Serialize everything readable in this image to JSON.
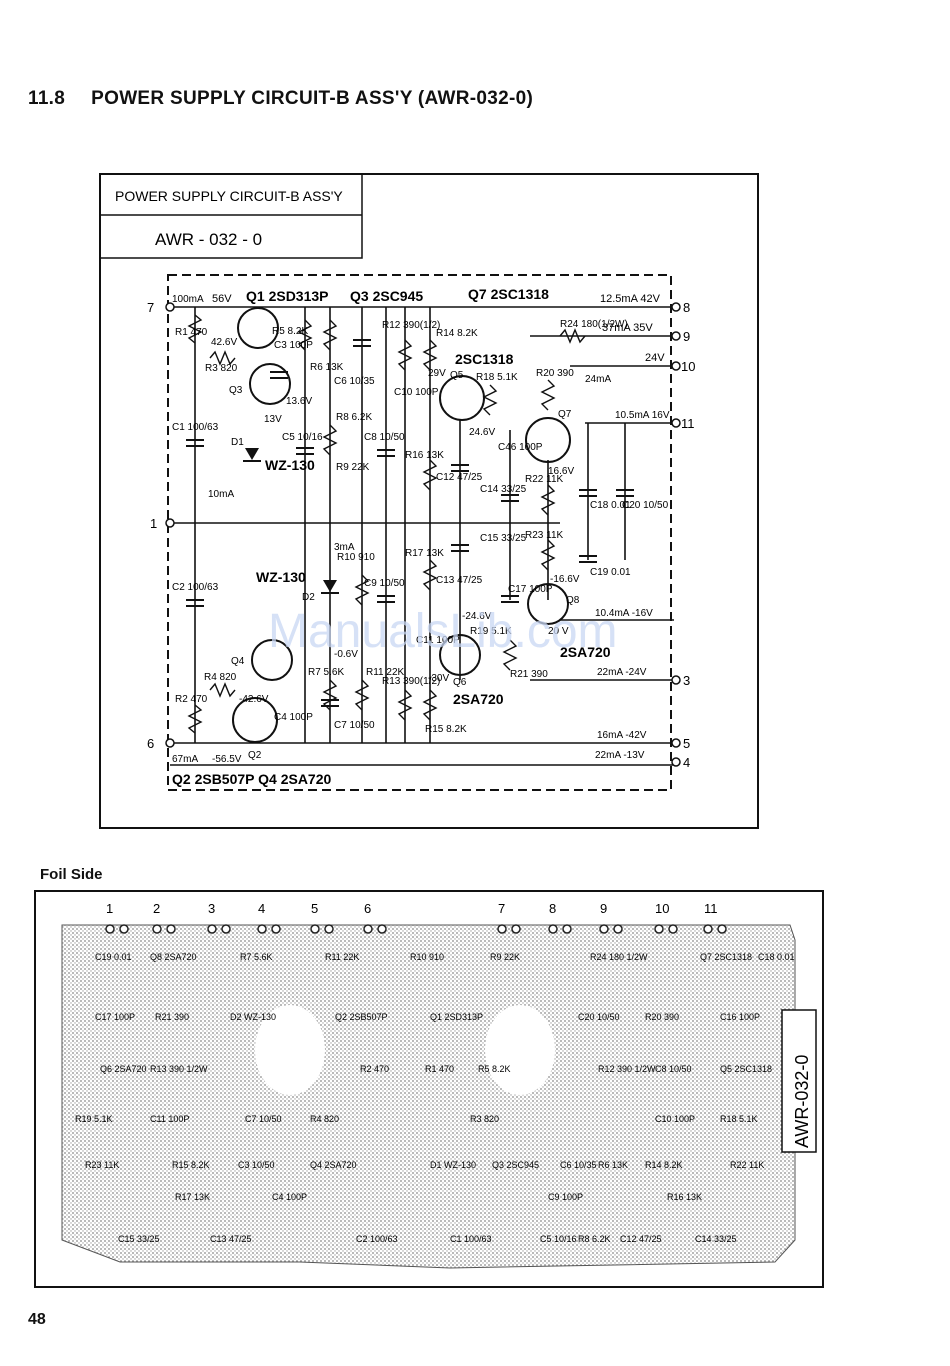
{
  "section": {
    "number": "11.8",
    "title": "POWER SUPPLY CIRCUIT-B ASS'Y  (AWR-032-0)"
  },
  "title_block": {
    "name": "POWER  SUPPLY CIRCUIT-B ASS'Y",
    "part": "AWR - 032 - 0"
  },
  "terminals": {
    "left": [
      {
        "id": "7",
        "label": "7"
      },
      {
        "id": "1",
        "label": "1"
      },
      {
        "id": "6",
        "label": "6"
      }
    ],
    "right": [
      {
        "id": "8",
        "label": "8"
      },
      {
        "id": "9",
        "label": "9"
      },
      {
        "id": "10",
        "label": "10"
      },
      {
        "id": "11",
        "label": "11"
      },
      {
        "id": "3",
        "label": "3"
      },
      {
        "id": "5",
        "label": "5"
      },
      {
        "id": "4",
        "label": "4"
      }
    ]
  },
  "rails": {
    "t7": "100mA",
    "v56": "56V",
    "t8": "12.5mA  42V",
    "t9": "37mA  35V",
    "t10": "24V",
    "t10b": "24mA",
    "t11": "10.5mA  16V",
    "n16": "10.4mA  -16V",
    "t3": "22mA  -24V",
    "t5": "16mA  -42V",
    "t4": "22mA  -13V",
    "t6": "67mA",
    "n565": "-56.5V"
  },
  "transistors": [
    {
      "ref": "Q1",
      "type": "2SD313P"
    },
    {
      "ref": "Q3",
      "type": "2SC945"
    },
    {
      "ref": "Q7",
      "type": "2SC1318"
    },
    {
      "ref": "Q5",
      "type": "2SC1318"
    },
    {
      "ref": "Q6",
      "type": "2SA720"
    },
    {
      "ref": "Q8",
      "type": "2SA720"
    },
    {
      "ref": "Q2",
      "type": "2SB507P"
    },
    {
      "ref": "Q4",
      "type": "2SA720"
    }
  ],
  "labels": {
    "q1": "Q1 2SD313P",
    "q3": "Q3 2SC945",
    "q7": "Q7 2SC1318",
    "q5": "2SC1318",
    "q6": "2SA720",
    "q8": "2SA720",
    "q2q4": "Q2 2SB507P   Q4 2SA720",
    "q3ref": "Q3",
    "q4ref": "Q4",
    "q2ref": "Q2",
    "q5ref": "Q5",
    "q6ref": "Q6",
    "q7ref": "Q7",
    "q8ref": "Q8",
    "r1": "R1 470",
    "r3": "R3 820",
    "r5": "R5 8.2K",
    "r6": "R6 13K",
    "r8": "R8 6.2K",
    "r9": "R9 22K",
    "r10": "R10 910",
    "r12": "R12 390(1/2)",
    "r14": "R14 8.2K",
    "r16": "R16 13K",
    "r17": "R17 13K",
    "r18": "R18 5.1K",
    "r20": "R20 390",
    "r22": "R22 11K",
    "r23": "R23 11K",
    "r24": "R24 180(1/2W)",
    "r19": "R19 5.1K",
    "r21": "R21 390",
    "r4": "R4 820",
    "r2": "R2 470",
    "r7": "R7 5.6K",
    "r11": "R11 22K",
    "r13": "R13 390(1/2)",
    "r15": "R15 8.2K",
    "c1": "C1 100/63",
    "c2": "C2 100/63",
    "c3": "C3 100P",
    "c4": "C4 100P",
    "c5": "C5 10/16",
    "c6": "C6 10/35",
    "c7": "C7 10/50",
    "c8": "C8 10/50",
    "c9": "C9 10/50",
    "c10": "C10 100P",
    "c11": "C11 100P",
    "c12": "C12 47/25",
    "c13": "C13 47/25",
    "c14": "C14 33/25",
    "c15": "C15 33/25",
    "c17": "C17 100P",
    "c18": "C18 0.01",
    "c19": "C19 0.01",
    "c20": "C20 10/50",
    "c46": "C46 100P",
    "d1": "D1",
    "d2": "D2",
    "wz1": "WZ-130",
    "wz2": "WZ-130",
    "i10": "10mA",
    "i3": "3mA",
    "v426": "42.6V",
    "v136": "13.6V",
    "v13": "13V",
    "v29": "29V",
    "v246": "24.6V",
    "v166": "16.6V",
    "vn166": "-16.6V",
    "vn246": "-24.6V",
    "vn06": "-0.6V",
    "vn426": "-42.6V",
    "vn30": "-30V",
    "vn20": "20 V"
  },
  "foil": {
    "label": "Foil Side",
    "part": "AWR-032-0",
    "pads": [
      "1",
      "2",
      "3",
      "4",
      "5",
      "6",
      "7",
      "8",
      "9",
      "10",
      "11"
    ],
    "components": [
      "C19 0.01",
      "Q8 2SA720",
      "R7 5.6K",
      "R11 22K",
      "R10 910",
      "R9 22K",
      "R24 180 1/2W",
      "Q7 2SC1318",
      "C18 0.01",
      "C17 100P",
      "R21 390",
      "D2 WZ-130",
      "Q2 2SB507P",
      "Q1 2SD313P",
      "C20 10/50",
      "R20 390",
      "C16 100P",
      "Q6 2SA720",
      "R13 390 1/2W",
      "R2 470",
      "R1 470",
      "R5 8.2K",
      "R12 390 1/2W",
      "C8 10/50",
      "Q5 2SC1318",
      "R19 5.1K",
      "C11 100P",
      "C7 10/50",
      "R4 820",
      "R3 820",
      "C10 100P",
      "R18 5.1K",
      "R23 11K",
      "R15 8.2K",
      "C3 10/50",
      "Q4 2SA720",
      "D1 WZ-130",
      "Q3 2SC945",
      "C6 10/35",
      "R6 13K",
      "R14 8.2K",
      "R22 11K",
      "R17 13K",
      "C4 100P",
      "C9 100P",
      "R16 13K",
      "C15 33/25",
      "C13 47/25",
      "C2 100/63",
      "C1 100/63",
      "R8 6.2K",
      "C5 10/16",
      "C12 47/25",
      "C14 33/25"
    ]
  },
  "watermark": "ManualsLib.com",
  "page_number": "48"
}
